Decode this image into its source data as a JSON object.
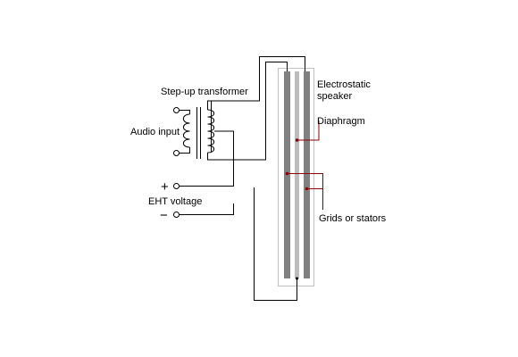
{
  "labels": {
    "transformer": "Step-up transformer",
    "audio_input": "Audio input",
    "speaker_line1": "Electrostatic",
    "speaker_line2": "speaker",
    "diaphragm": "Diaphragm",
    "grids": "Grids or stators",
    "eht": "EHT voltage",
    "plus": "+",
    "minus": "−"
  },
  "colors": {
    "stator": "#808080",
    "diaphragm": "#bdbdbd",
    "frame": "#c0c0c0",
    "leader": "#8b0000",
    "wire": "#000000"
  }
}
